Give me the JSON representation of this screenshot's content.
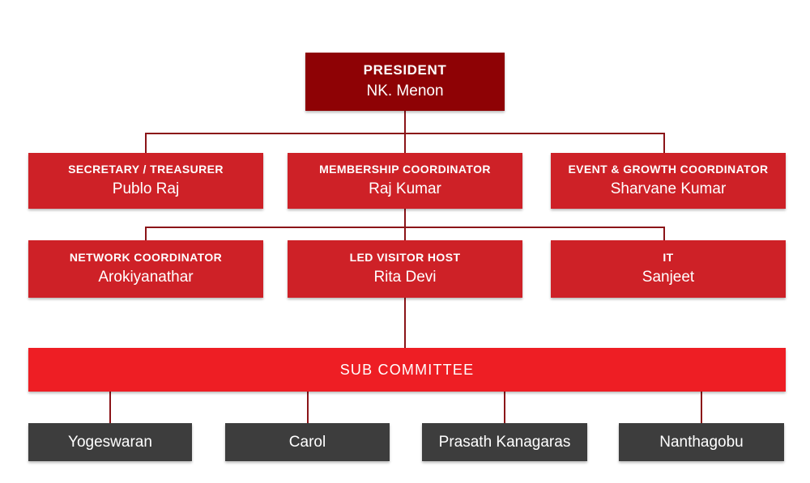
{
  "colors": {
    "president_bg": "#8E0205",
    "box_bg": "#CE2127",
    "subcommittee_bg": "#EE1E24",
    "member_bg": "#3D3D3D",
    "connector": "#8B1418",
    "text": "#FFFFFF"
  },
  "org_chart": {
    "president": {
      "title": "PRESIDENT",
      "name": "NK. Menon"
    },
    "row2": [
      {
        "title": "SECRETARY / TREASURER",
        "name": "Publo Raj"
      },
      {
        "title": "MEMBERSHIP COORDINATOR",
        "name": "Raj Kumar"
      },
      {
        "title": "EVENT & GROWTH COORDINATOR",
        "name": "Sharvane Kumar"
      }
    ],
    "row3": [
      {
        "title": "NETWORK COORDINATOR",
        "name": "Arokiyanathar"
      },
      {
        "title": "LED VISITOR HOST",
        "name": "Rita Devi"
      },
      {
        "title": "IT",
        "name": "Sanjeet"
      }
    ],
    "subcommittee": {
      "label": "SUB COMMITTEE"
    },
    "members": [
      "Yogeswaran",
      "Carol",
      "Prasath Kanagaras",
      "Nanthagobu"
    ]
  }
}
